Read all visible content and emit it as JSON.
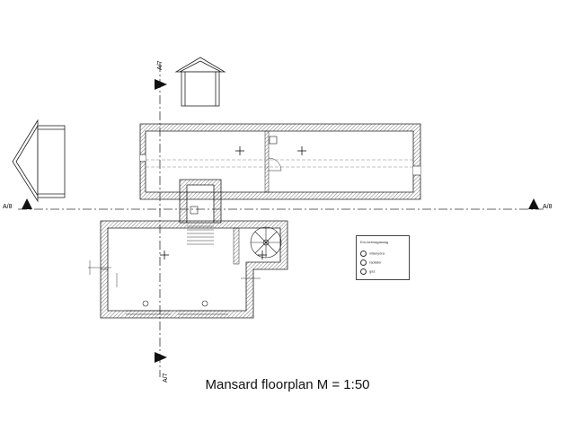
{
  "drawing": {
    "title": "Mansard floorplan M = 1:50",
    "section_labels": {
      "a7_top": "A/7",
      "a7_bottom": "A/7",
      "a8_left": "A/8",
      "a8_right": "A/8"
    },
    "legend": {
      "title": "Em-belmagasság",
      "items": [
        {
          "label": "villanyóra",
          "icon": "meter-icon"
        },
        {
          "label": "radiátor",
          "icon": "radiator-icon"
        },
        {
          "label": "gáz",
          "icon": "gas-icon"
        }
      ]
    },
    "colors": {
      "line": "#222222",
      "hatch": "#555555",
      "section_line": "#333333"
    }
  }
}
